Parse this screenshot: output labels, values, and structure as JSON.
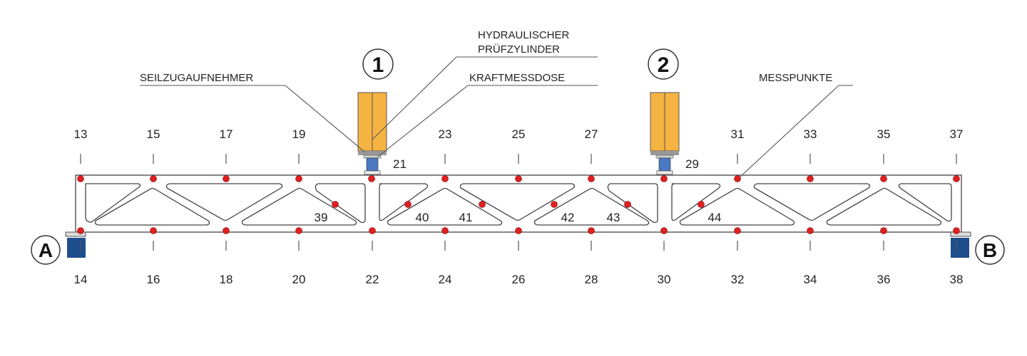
{
  "annotations": {
    "cable_sensor": "SEILZUGAUFNEHMER",
    "hydraulic_line1": "HYDRAULISCHER",
    "hydraulic_line2": "PRÜFZYLINDER",
    "load_cell": "KRAFTMESSDOSE",
    "measuring_points": "MESSPUNKTE"
  },
  "load_points": [
    {
      "label": "1",
      "under_label": "21"
    },
    {
      "label": "2",
      "under_label": "29"
    }
  ],
  "supports": {
    "left": "A",
    "right": "B"
  },
  "top_labels": [
    "13",
    "15",
    "17",
    "19",
    "23",
    "25",
    "27",
    "31",
    "33",
    "35",
    "37"
  ],
  "bottom_labels": [
    "14",
    "16",
    "18",
    "20",
    "22",
    "24",
    "26",
    "28",
    "30",
    "32",
    "34",
    "36",
    "38"
  ],
  "diagonal_labels": [
    "39",
    "40",
    "41",
    "42",
    "43",
    "44"
  ],
  "colors": {
    "cylinder": "#F5B342",
    "load_cell": "#4A78C2",
    "support": "#1F4E8C",
    "measuring_point": "#E02020"
  }
}
